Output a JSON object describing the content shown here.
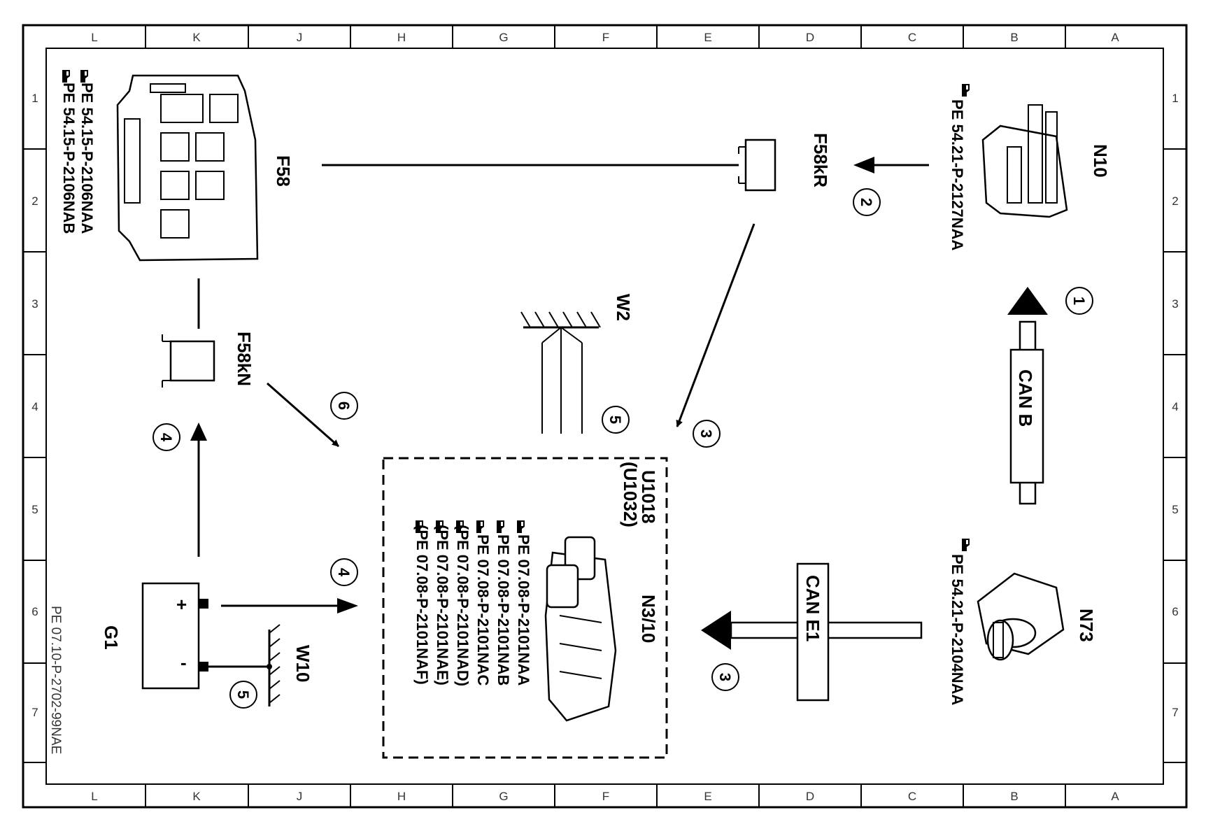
{
  "frame": {
    "letters": [
      "L",
      "K",
      "J",
      "H",
      "G",
      "F",
      "E",
      "D",
      "C",
      "B",
      "A"
    ],
    "numbers": [
      "1",
      "2",
      "3",
      "4",
      "5",
      "6",
      "7"
    ]
  },
  "components": {
    "f58": "F58",
    "f58kr": "F58kR",
    "f58kn": "F58kN",
    "n10": "N10",
    "n73": "N73",
    "n310": "N3/10",
    "u1018": "U1018",
    "u1032": "(U1032)",
    "w2": "W2",
    "w10": "W10",
    "g1": "G1",
    "plus": "+",
    "minus": "-"
  },
  "buses": {
    "can_b": "CAN B",
    "can_e1": "CAN E1"
  },
  "steps": [
    "1",
    "2",
    "3",
    "3",
    "4",
    "4",
    "5",
    "5",
    "6"
  ],
  "references": {
    "f58_refs": [
      "PE 54.15-P-2106NAA",
      "PE 54.15-P-2106NAB"
    ],
    "n10_ref": "PE 54.21-P-2127NAA",
    "n73_ref": "PE 54.21-P-2104NAA",
    "n310_refs": [
      "PE 07.08-P-2101NAA",
      "PE 07.08-P-2101NAB",
      "PE 07.08-P-2101NAC",
      "(PE 07.08-P-2101NAD)",
      "(PE 07.08-P-2101NAE)",
      "(PE 07.08-P-2101NAF)"
    ]
  },
  "doc_id": "PE 07.10-P-2702-99NAE"
}
